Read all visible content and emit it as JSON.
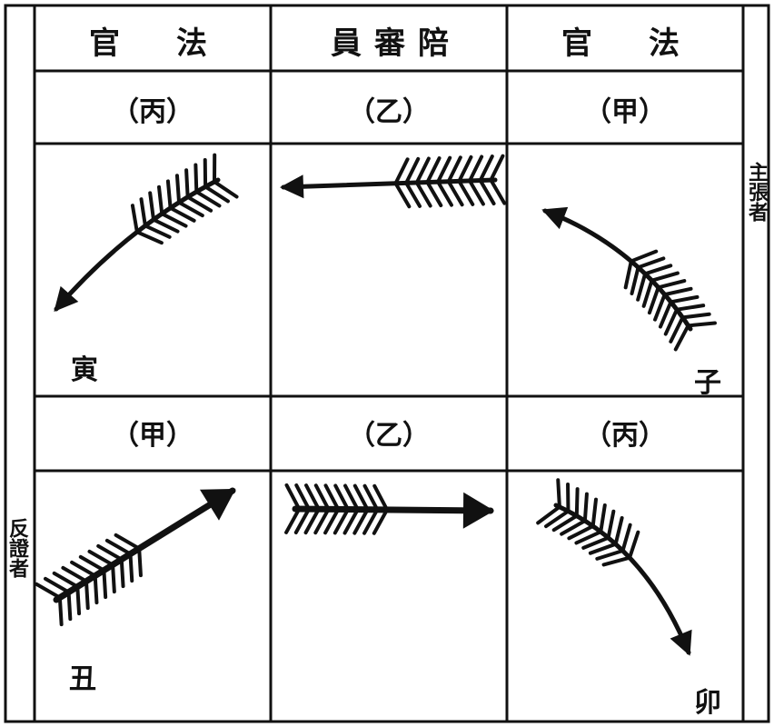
{
  "header": {
    "col1": "官　法",
    "col2": "員審陪",
    "col3": "官　法"
  },
  "rows": {
    "top": {
      "col1": "（丙）",
      "col2": "（乙）",
      "col3": "（甲）"
    },
    "bottom": {
      "col1": "（甲）",
      "col2": "（乙）",
      "col3": "（丙）"
    }
  },
  "side_labels": {
    "right": "主張者",
    "left": "反證者"
  },
  "corner_labels": {
    "top_left": "寅",
    "top_right": "子",
    "bottom_left": "丑",
    "bottom_right": "卯"
  },
  "colors": {
    "ink": "#111111",
    "paper": "#ffffff"
  }
}
